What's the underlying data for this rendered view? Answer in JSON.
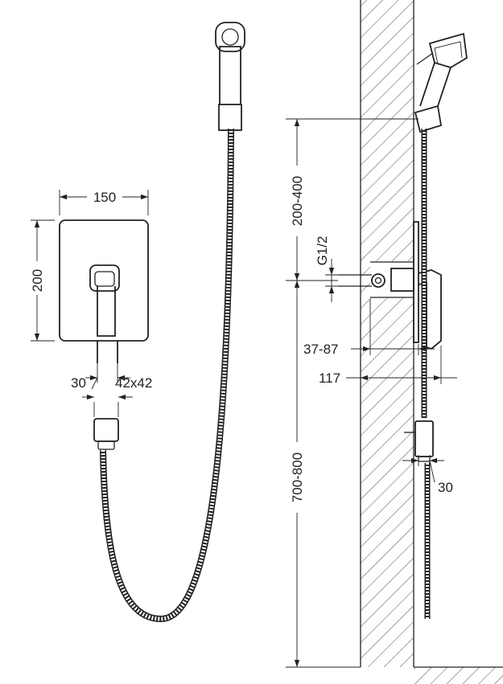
{
  "dimensions": {
    "plate_width": "150",
    "plate_height": "200",
    "spout_width": "30",
    "outlet_size": "42x42",
    "holder_height": "200-400",
    "thread": "G1/2",
    "depth_range": "37-87",
    "depth_total": "117",
    "outlet_height": "700-800",
    "bracket_width": "30"
  },
  "colors": {
    "line": "#222222",
    "background": "#ffffff"
  }
}
